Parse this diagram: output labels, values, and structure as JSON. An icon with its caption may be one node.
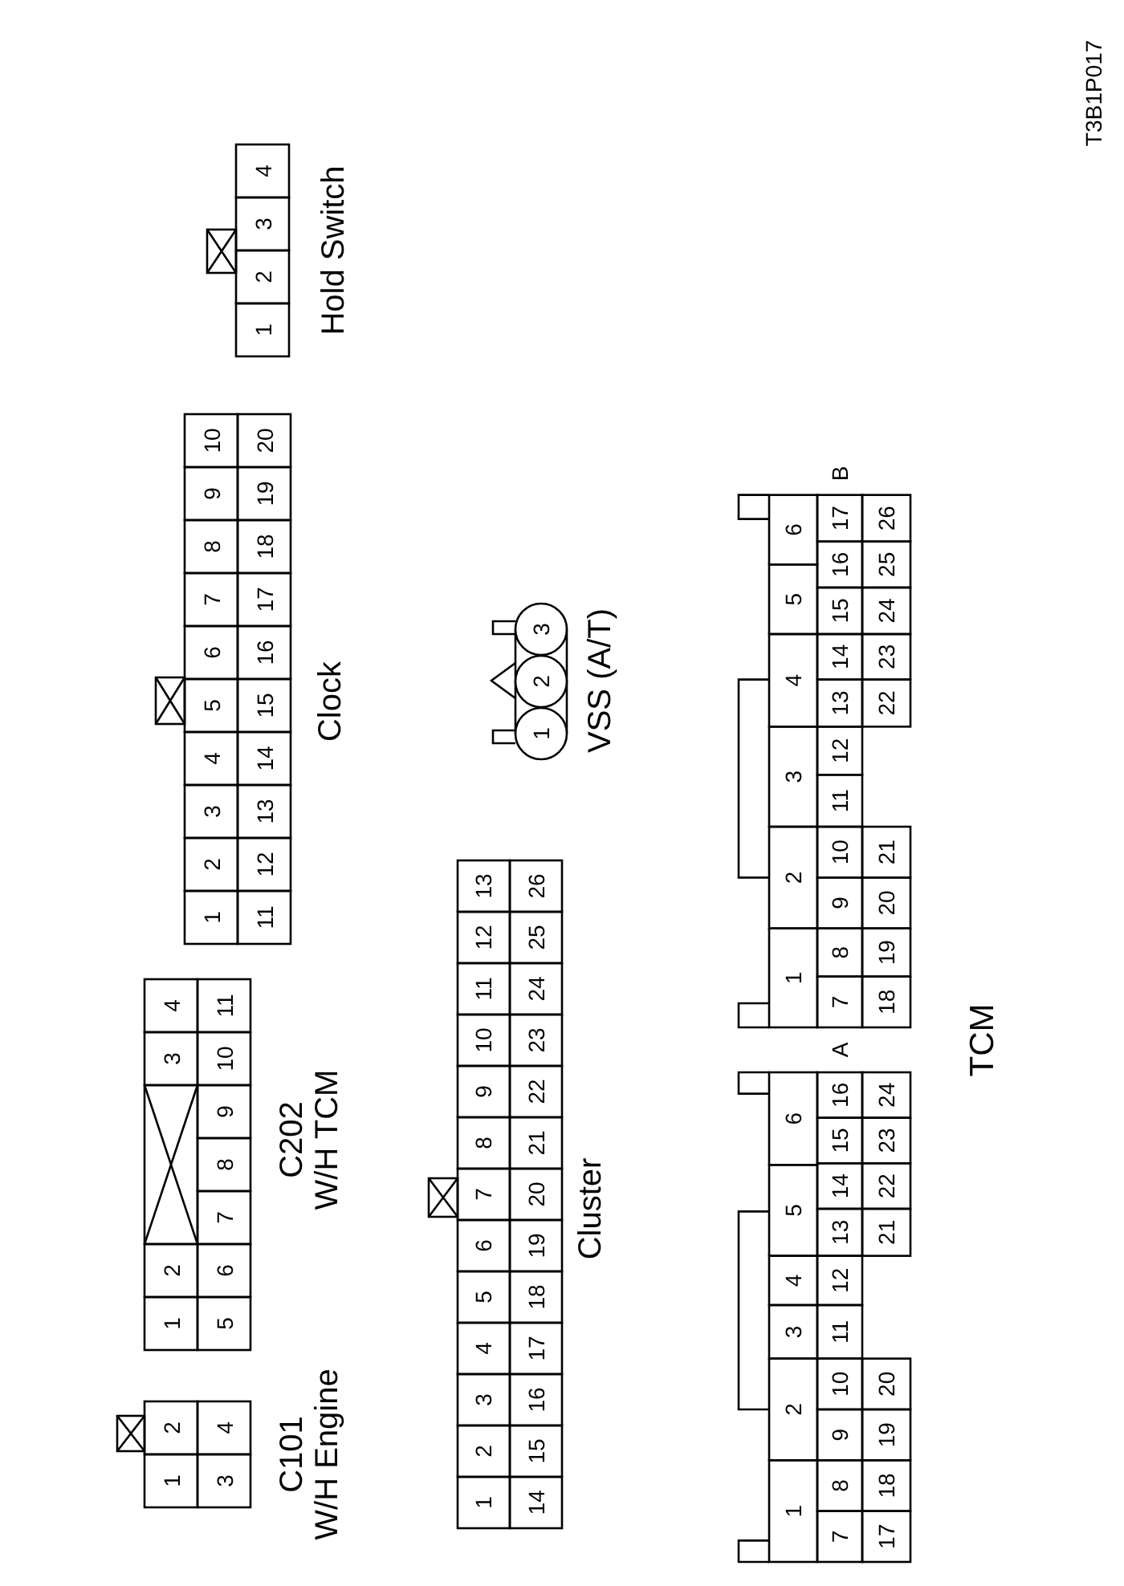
{
  "diagram": {
    "labels": [
      "1",
      "2",
      "3",
      "4",
      "C101",
      "W/H Engine",
      "1",
      "2",
      "3",
      "4",
      "5",
      "6",
      "7",
      "8",
      "9",
      "10",
      "11",
      "C202",
      "W/H TCM",
      "1",
      "2",
      "3",
      "4",
      "5",
      "6",
      "7",
      "8",
      "9",
      "10",
      "11",
      "12",
      "13",
      "14",
      "15",
      "16",
      "17",
      "18",
      "19",
      "20",
      "Clock",
      "1",
      "2",
      "3",
      "4",
      "Hold Switch",
      "1",
      "2",
      "3",
      "4",
      "5",
      "6",
      "7",
      "8",
      "9",
      "10",
      "11",
      "12",
      "13",
      "14",
      "15",
      "16",
      "17",
      "18",
      "19",
      "20",
      "21",
      "22",
      "23",
      "24",
      "25",
      "26",
      "Cluster",
      "1",
      "2",
      "3",
      "VSS (A/T)",
      "1",
      "2",
      "3",
      "4",
      "5",
      "6",
      "7",
      "8",
      "9",
      "10",
      "11",
      "12",
      "13",
      "14",
      "15",
      "16",
      "17",
      "18",
      "19",
      "20",
      "21",
      "22",
      "23",
      "24",
      "A",
      "1",
      "2",
      "3",
      "4",
      "5",
      "6",
      "7",
      "8",
      "9",
      "10",
      "11",
      "12",
      "13",
      "14",
      "15",
      "16",
      "17",
      "18",
      "19",
      "20",
      "21",
      "22",
      "23",
      "24",
      "25",
      "26",
      "B",
      "TCM",
      "T3B1P017"
    ]
  }
}
